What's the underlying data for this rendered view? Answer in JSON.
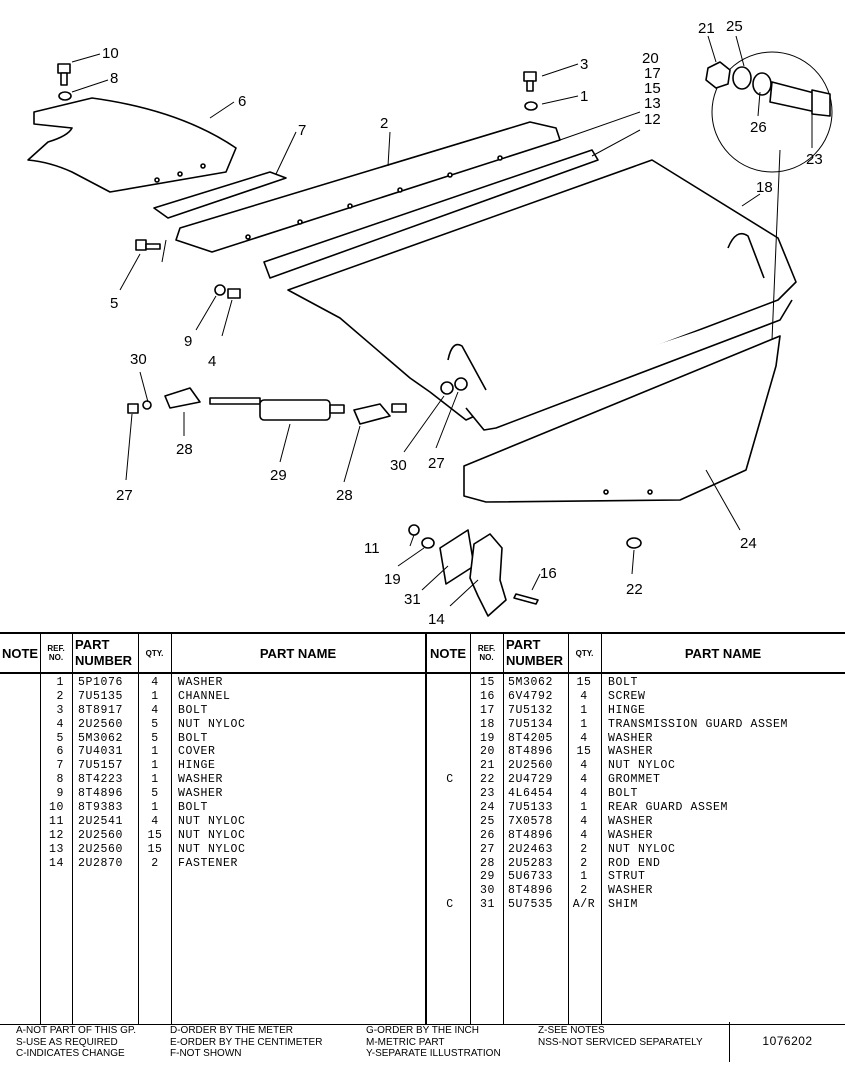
{
  "callouts": [
    "1",
    "2",
    "3",
    "4",
    "5",
    "6",
    "7",
    "8",
    "9",
    "10",
    "11",
    "12",
    "13",
    "14",
    "15",
    "16",
    "17",
    "18",
    "19",
    "20",
    "21",
    "22",
    "23",
    "24",
    "25",
    "26",
    "27",
    "27",
    "28",
    "28",
    "29",
    "30",
    "30",
    "31"
  ],
  "table": {
    "headers": {
      "note": "NOTE",
      "ref_top": "REF.",
      "ref_bottom": "NO.",
      "part_top": "PART",
      "part_bottom": "NUMBER",
      "qty": "QTY.",
      "name": "PART NAME"
    },
    "left": [
      {
        "note": "",
        "ref": "1",
        "pn": "5P1076",
        "qty": "4",
        "name": "WASHER"
      },
      {
        "note": "",
        "ref": "2",
        "pn": "7U5135",
        "qty": "1",
        "name": "CHANNEL"
      },
      {
        "note": "",
        "ref": "3",
        "pn": "8T8917",
        "qty": "4",
        "name": "BOLT"
      },
      {
        "note": "",
        "ref": "4",
        "pn": "2U2560",
        "qty": "5",
        "name": "NUT NYLOC"
      },
      {
        "note": "",
        "ref": "5",
        "pn": "5M3062",
        "qty": "5",
        "name": "BOLT"
      },
      {
        "note": "",
        "ref": "6",
        "pn": "7U4031",
        "qty": "1",
        "name": "COVER"
      },
      {
        "note": "",
        "ref": "7",
        "pn": "7U5157",
        "qty": "1",
        "name": "HINGE"
      },
      {
        "note": "",
        "ref": "8",
        "pn": "8T4223",
        "qty": "1",
        "name": "WASHER"
      },
      {
        "note": "",
        "ref": "9",
        "pn": "8T4896",
        "qty": "5",
        "name": "WASHER"
      },
      {
        "note": "",
        "ref": "10",
        "pn": "8T9383",
        "qty": "1",
        "name": "BOLT"
      },
      {
        "note": "",
        "ref": "11",
        "pn": "2U2541",
        "qty": "4",
        "name": "NUT NYLOC"
      },
      {
        "note": "",
        "ref": "12",
        "pn": "2U2560",
        "qty": "15",
        "name": "NUT NYLOC"
      },
      {
        "note": "",
        "ref": "13",
        "pn": "2U2560",
        "qty": "15",
        "name": "NUT NYLOC"
      },
      {
        "note": "",
        "ref": "14",
        "pn": "2U2870",
        "qty": "2",
        "name": "FASTENER"
      }
    ],
    "right": [
      {
        "note": "",
        "ref": "15",
        "pn": "5M3062",
        "qty": "15",
        "name": "BOLT"
      },
      {
        "note": "",
        "ref": "16",
        "pn": "6V4792",
        "qty": "4",
        "name": "SCREW"
      },
      {
        "note": "",
        "ref": "17",
        "pn": "7U5132",
        "qty": "1",
        "name": "HINGE"
      },
      {
        "note": "",
        "ref": "18",
        "pn": "7U5134",
        "qty": "1",
        "name": "TRANSMISSION GUARD ASSEM"
      },
      {
        "note": "",
        "ref": "19",
        "pn": "8T4205",
        "qty": "4",
        "name": "WASHER"
      },
      {
        "note": "",
        "ref": "20",
        "pn": "8T4896",
        "qty": "15",
        "name": "WASHER"
      },
      {
        "note": "",
        "ref": "21",
        "pn": "2U2560",
        "qty": "4",
        "name": "NUT NYLOC"
      },
      {
        "note": "C",
        "ref": "22",
        "pn": "2U4729",
        "qty": "4",
        "name": "GROMMET"
      },
      {
        "note": "",
        "ref": "23",
        "pn": "4L6454",
        "qty": "4",
        "name": "BOLT"
      },
      {
        "note": "",
        "ref": "24",
        "pn": "7U5133",
        "qty": "1",
        "name": "REAR GUARD ASSEM"
      },
      {
        "note": "",
        "ref": "25",
        "pn": "7X0578",
        "qty": "4",
        "name": "WASHER"
      },
      {
        "note": "",
        "ref": "26",
        "pn": "8T4896",
        "qty": "4",
        "name": "WASHER"
      },
      {
        "note": "",
        "ref": "27",
        "pn": "2U2463",
        "qty": "2",
        "name": "NUT NYLOC"
      },
      {
        "note": "",
        "ref": "28",
        "pn": "2U5283",
        "qty": "2",
        "name": "ROD END"
      },
      {
        "note": "",
        "ref": "29",
        "pn": "5U6733",
        "qty": "1",
        "name": "STRUT"
      },
      {
        "note": "",
        "ref": "30",
        "pn": "8T4896",
        "qty": "2",
        "name": "WASHER"
      },
      {
        "note": "C",
        "ref": "31",
        "pn": "5U7535",
        "qty": "A/R",
        "name": "SHIM"
      }
    ]
  },
  "footer": {
    "col1": [
      "A-NOT PART OF THIS GP.",
      "S-USE AS REQUIRED",
      "C-INDICATES CHANGE"
    ],
    "col2": [
      "D-ORDER BY THE METER",
      "E-ORDER BY THE CENTIMETER",
      "F-NOT SHOWN"
    ],
    "col3": [
      "G-ORDER BY THE INCH",
      "M-METRIC PART",
      "Y-SEPARATE ILLUSTRATION"
    ],
    "col4": [
      "Z-SEE NOTES",
      "NSS-NOT SERVICED SEPARATELY"
    ],
    "doc_number": "1076202"
  }
}
